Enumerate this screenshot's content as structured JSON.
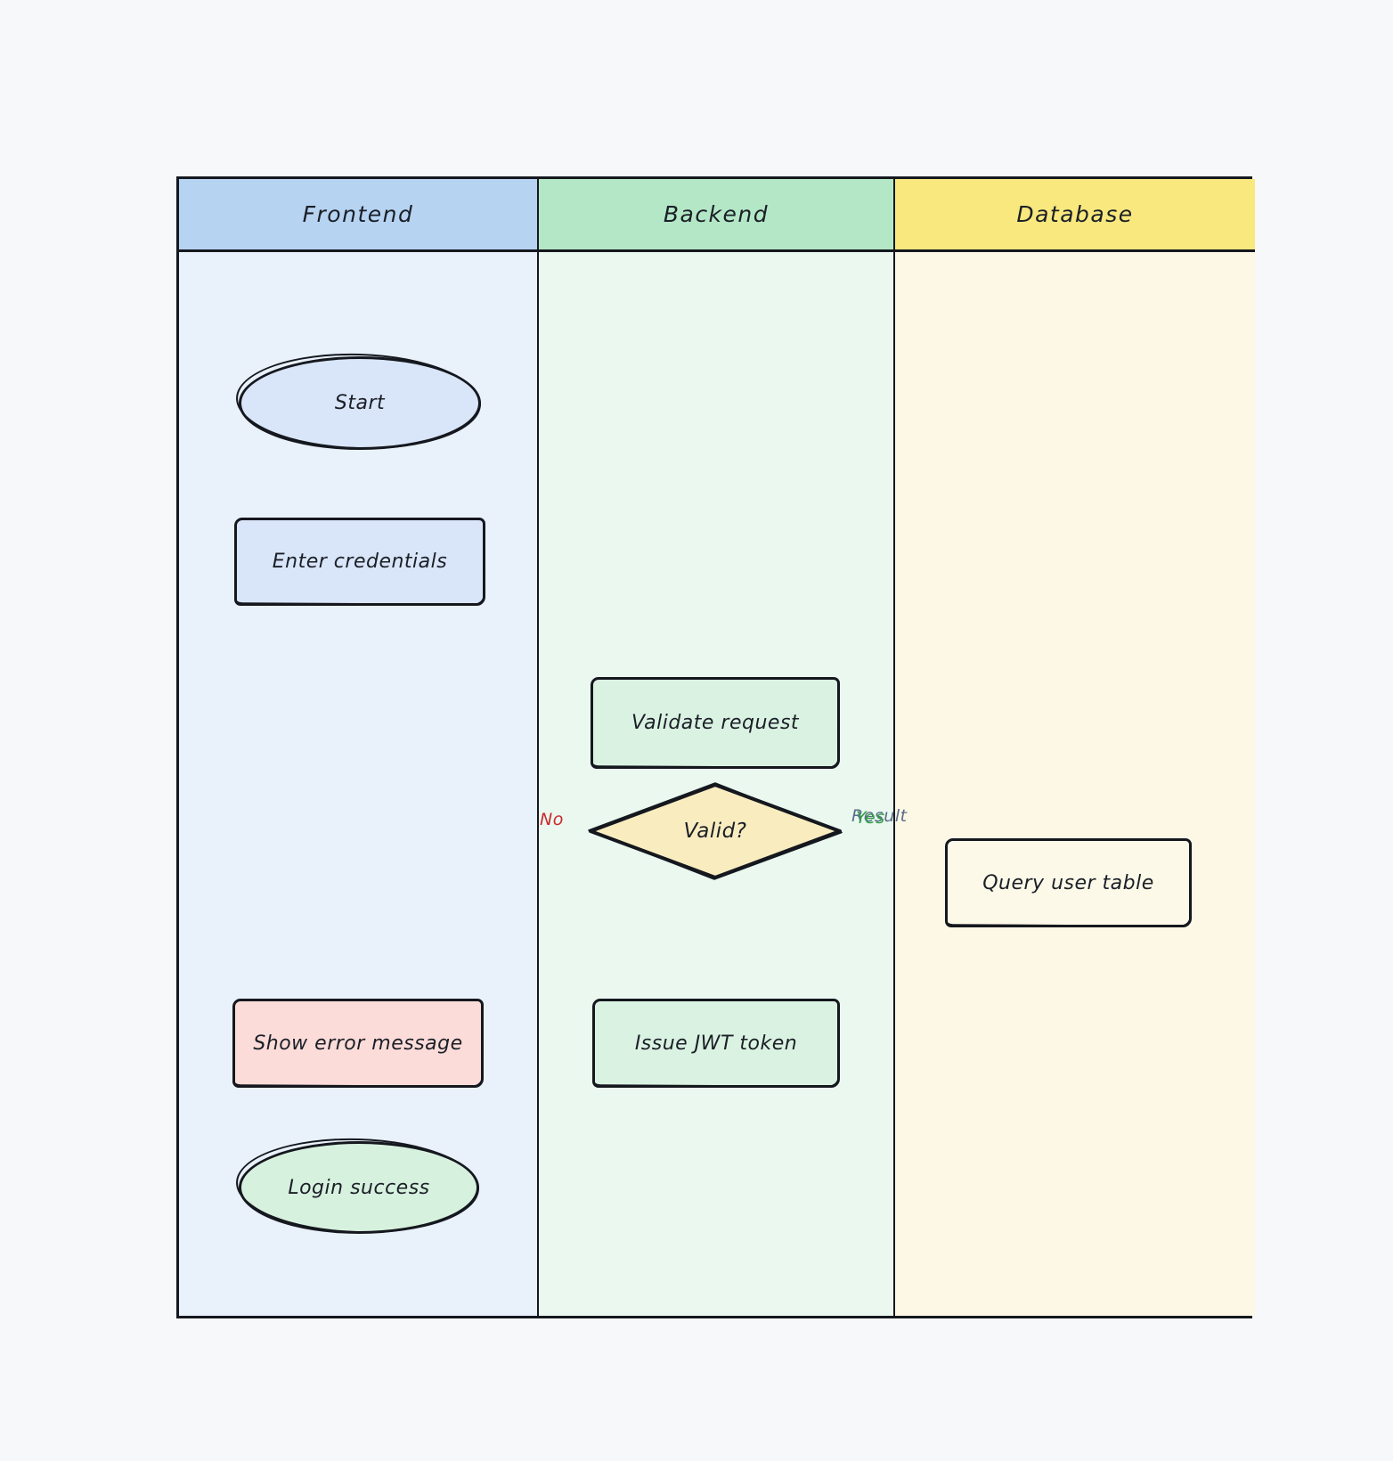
{
  "diagram": {
    "lanes": [
      {
        "id": "frontend",
        "label": "Frontend"
      },
      {
        "id": "backend",
        "label": "Backend"
      },
      {
        "id": "database",
        "label": "Database"
      }
    ],
    "nodes": {
      "start": {
        "label": "Start",
        "shape": "ellipse"
      },
      "enter_credentials": {
        "label": "Enter credentials",
        "shape": "rect"
      },
      "validate_request": {
        "label": "Validate request",
        "shape": "rect"
      },
      "valid_decision": {
        "label": "Valid?",
        "shape": "diamond"
      },
      "query_user_table": {
        "label": "Query user table",
        "shape": "rect"
      },
      "show_error": {
        "label": "Show error message",
        "shape": "rect"
      },
      "issue_jwt": {
        "label": "Issue JWT token",
        "shape": "rect"
      },
      "login_success": {
        "label": "Login success",
        "shape": "ellipse"
      }
    },
    "edge_labels": {
      "no": "No",
      "yes": "Yes",
      "result": "Result"
    },
    "colors": {
      "header_frontend": "#b6d3f2",
      "header_backend": "#b3e7c6",
      "header_database": "#f8e87e",
      "body_frontend": "#e9f1fb",
      "body_backend": "#eaf8ef",
      "body_database": "#fdf8e6",
      "node_blue": "#d9e5f8",
      "node_green": "#daf2e2",
      "node_yellow": "#f9edc0",
      "node_cream": "#fdf9e8",
      "node_pink": "#fbdcd9",
      "node_mint": "#d7f1df",
      "label_no": "#c92a2a",
      "label_yes": "#2f9e44",
      "label_result": "#5c6b8a"
    }
  }
}
